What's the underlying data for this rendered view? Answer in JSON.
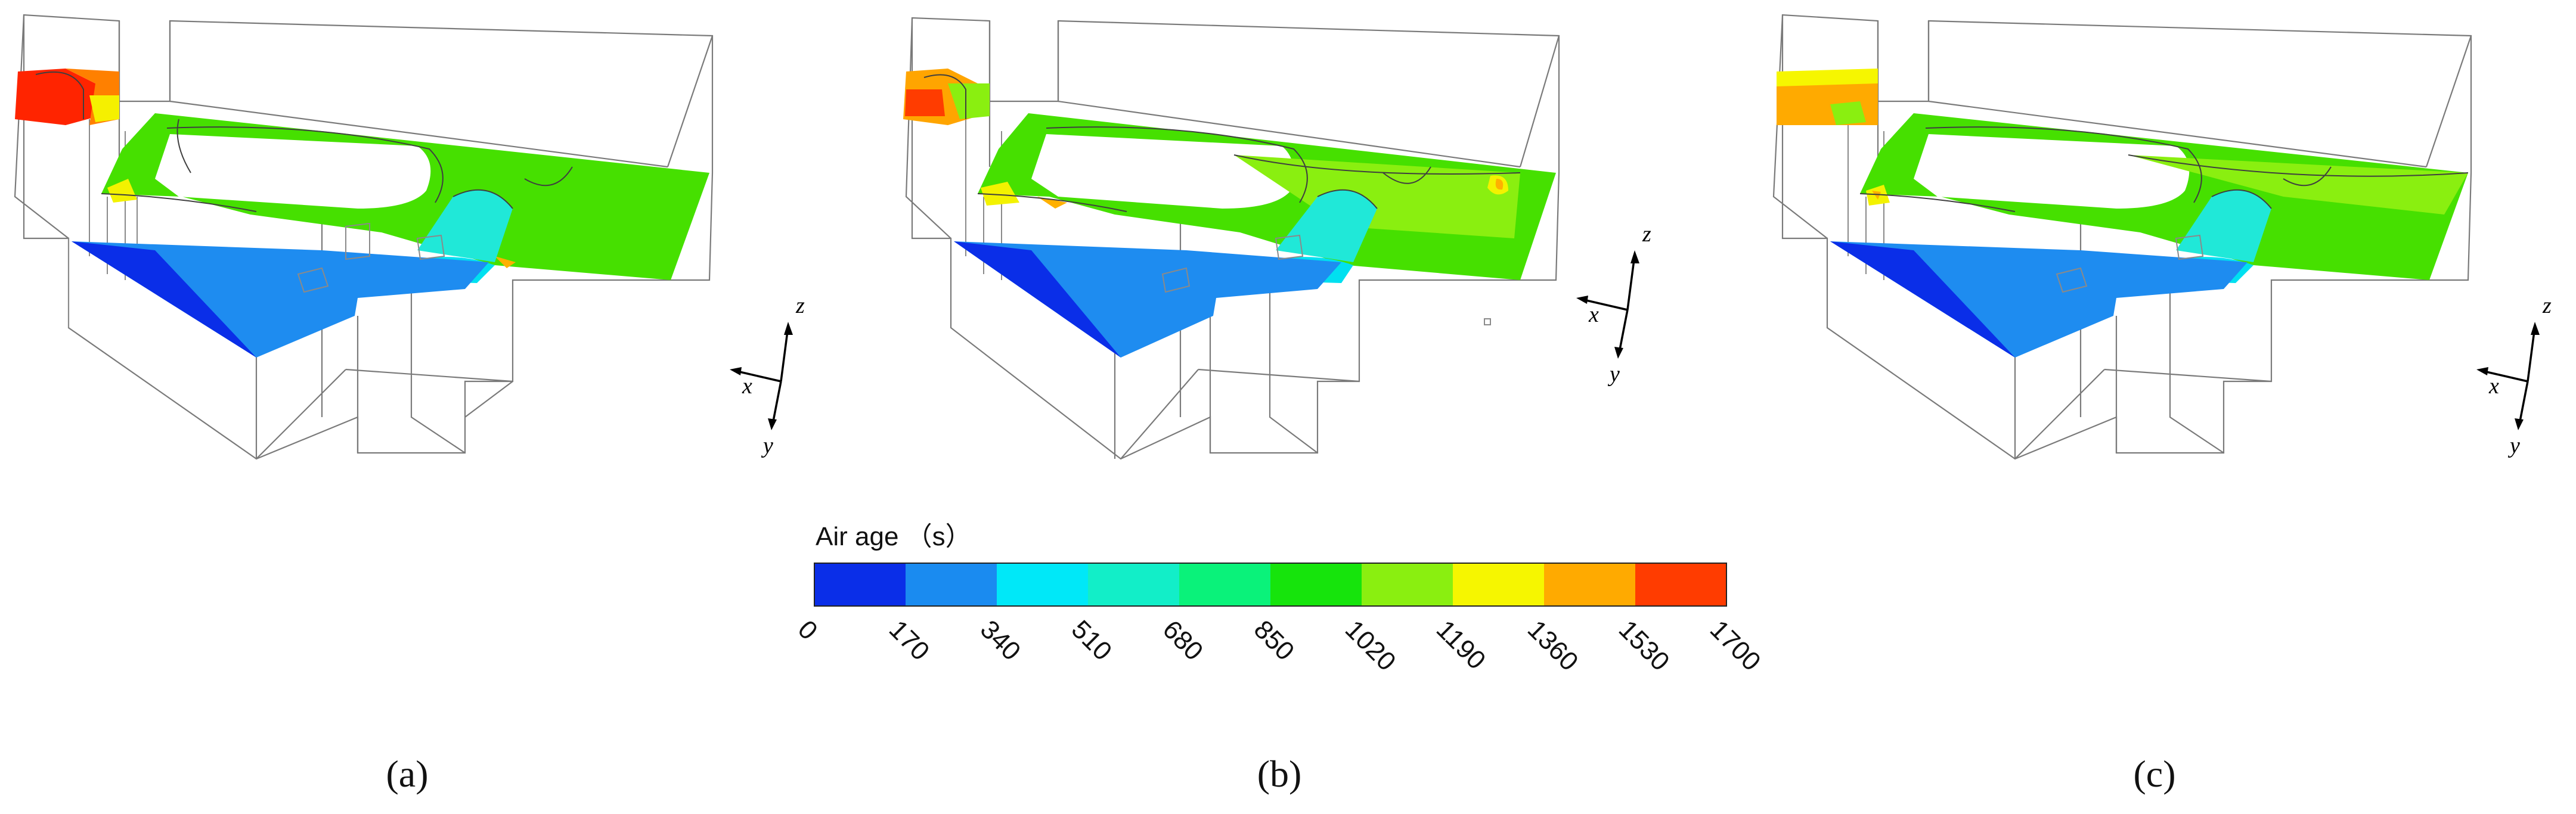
{
  "legend": {
    "title": "Air age （s）",
    "ticks": [
      "0",
      "170",
      "340",
      "510",
      "680",
      "850",
      "1020",
      "1190",
      "1360",
      "1530",
      "1700"
    ],
    "colors": [
      "#0a2ee8",
      "#1a8bf0",
      "#00e8f8",
      "#12eec8",
      "#0af27a",
      "#16e40c",
      "#8aef10",
      "#f6f600",
      "#ffaa00",
      "#ff3c00"
    ]
  },
  "panels": [
    {
      "label": "(a)",
      "axes": {
        "x": "x",
        "y": "y",
        "z": "z"
      }
    },
    {
      "label": "(b)",
      "axes": {
        "x": "x",
        "y": "y",
        "z": "z"
      }
    },
    {
      "label": "(c)",
      "axes": {
        "x": "x",
        "y": "y",
        "z": "z"
      }
    }
  ],
  "colors": {
    "green_slice": "#46e000",
    "blue_slice": "#1e8cf0",
    "wire": "#7a7a7a"
  }
}
